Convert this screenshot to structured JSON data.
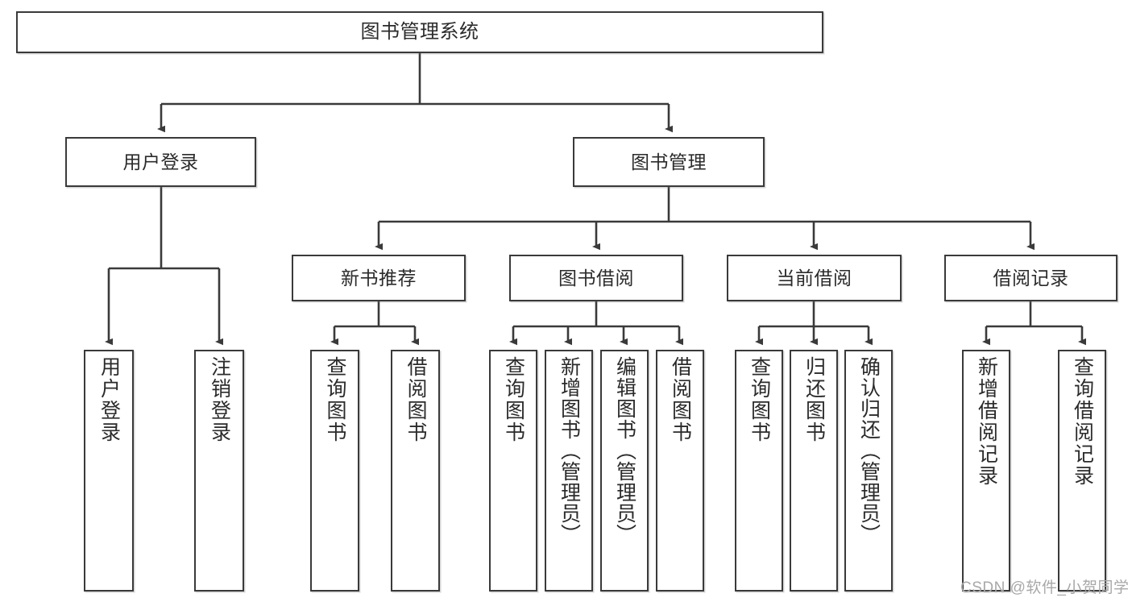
{
  "diagram": {
    "type": "tree-hierarchy-chart",
    "title": "图书管理系统",
    "watermark": "CSDN @软件_小贺同学",
    "colors": {
      "box_border": "#3a3a3a",
      "box_fill": "#ffffff",
      "edge": "#3a3a3a",
      "text": "#2b2b2b",
      "watermark": "#a8a8a8",
      "background": "#ffffff"
    },
    "root": {
      "label": "图书管理系统"
    },
    "level1": [
      {
        "id": "user-login",
        "label": "用户登录"
      },
      {
        "id": "book-management",
        "label": "图书管理"
      }
    ],
    "level2": [
      {
        "id": "new-book-recommend",
        "label": "新书推荐"
      },
      {
        "id": "book-borrow",
        "label": "图书借阅"
      },
      {
        "id": "current-borrow",
        "label": "当前借阅"
      },
      {
        "id": "borrow-record",
        "label": "借阅记录"
      }
    ],
    "leaves": {
      "user_login": [
        {
          "id": "leaf-user-login",
          "label": "用户登录"
        },
        {
          "id": "leaf-logout-login",
          "label": "注销登录"
        }
      ],
      "new_book_recommend": [
        {
          "id": "leaf-query-book-1",
          "label": "查询图书"
        },
        {
          "id": "leaf-borrow-book-1",
          "label": "借阅图书"
        }
      ],
      "book_borrow": [
        {
          "id": "leaf-query-book-2",
          "label": "查询图书"
        },
        {
          "id": "leaf-add-book",
          "label": "新增图书（管理员）"
        },
        {
          "id": "leaf-edit-book",
          "label": "编辑图书（管理员）"
        },
        {
          "id": "leaf-borrow-book-2",
          "label": "借阅图书"
        }
      ],
      "current_borrow": [
        {
          "id": "leaf-query-book-3",
          "label": "查询图书"
        },
        {
          "id": "leaf-return-book",
          "label": "归还图书"
        },
        {
          "id": "leaf-confirm-return",
          "label": "确认归还（管理员）"
        }
      ],
      "borrow_record": [
        {
          "id": "leaf-add-record",
          "label": "新增借阅记录"
        },
        {
          "id": "leaf-query-record",
          "label": "查询借阅记录"
        }
      ]
    }
  }
}
